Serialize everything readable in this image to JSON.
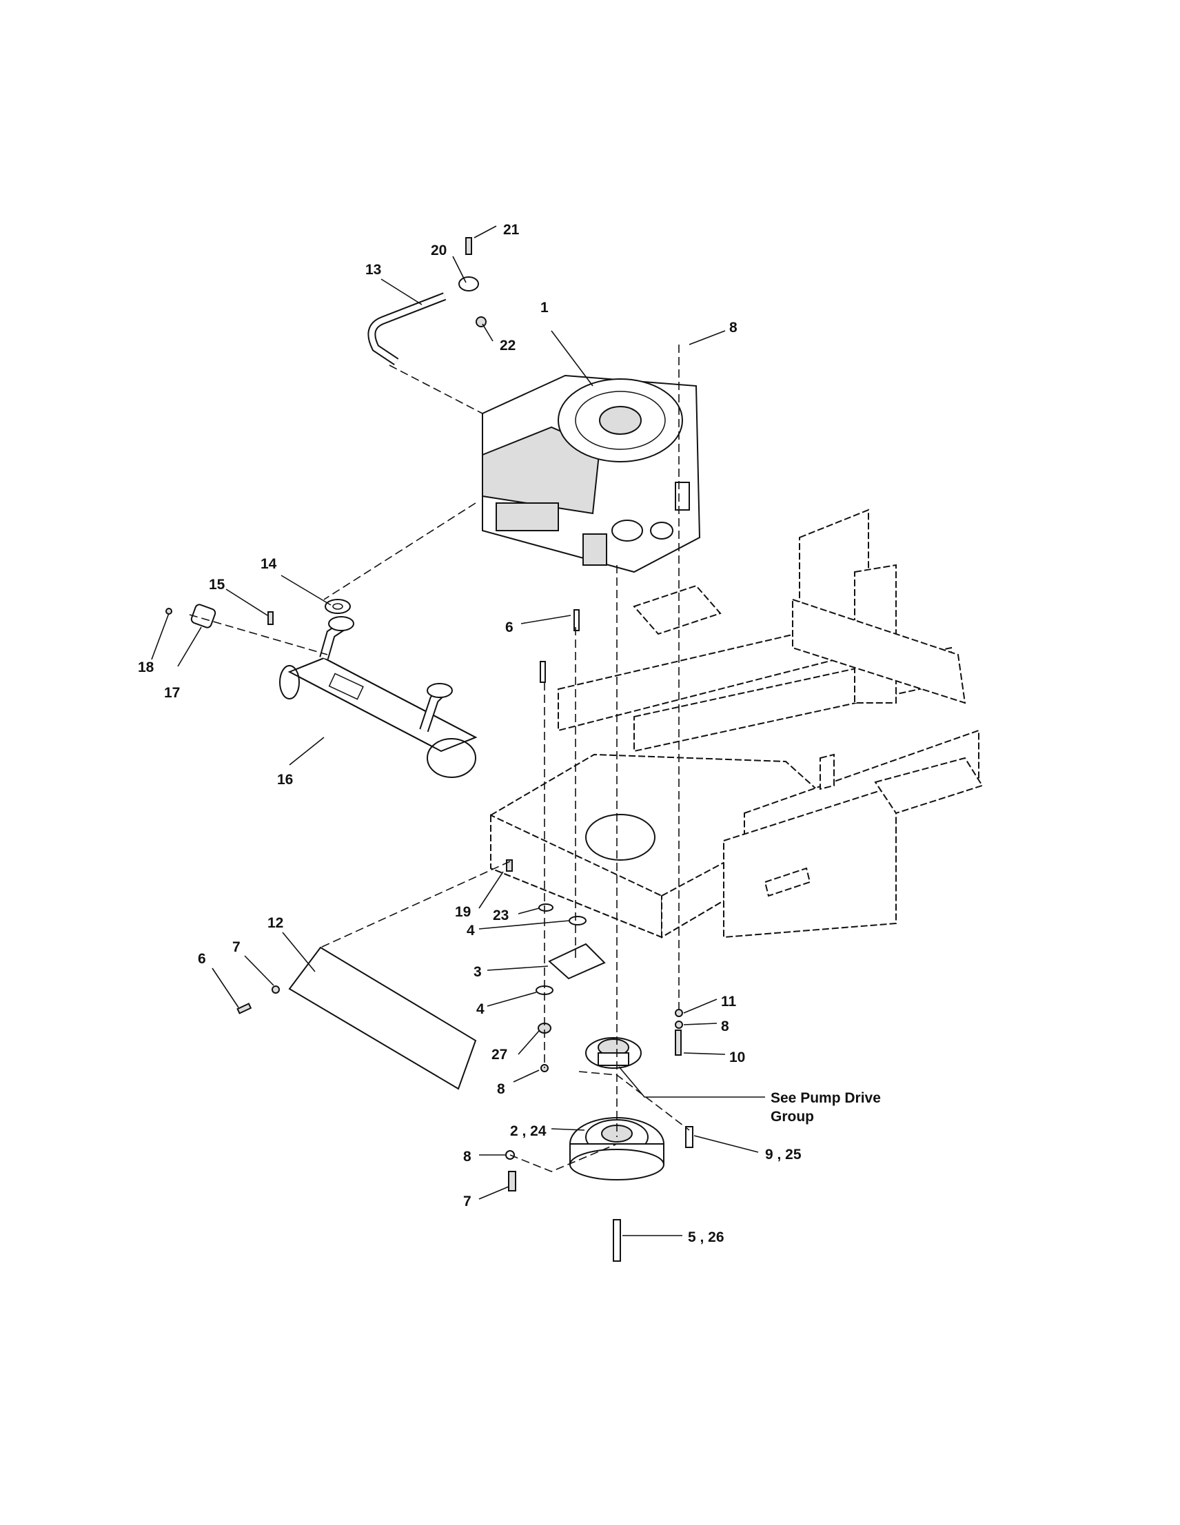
{
  "callouts": {
    "c1": "1",
    "c2_24": "2 , 24",
    "c3": "3",
    "c4a": "4",
    "c4b": "4",
    "c5_26": "5 , 26",
    "c6a": "6",
    "c6b": "6",
    "c7a": "7",
    "c7b": "7",
    "c8a": "8",
    "c8b": "8",
    "c8c": "8",
    "c8d": "8",
    "c9_25": "9 , 25",
    "c10": "10",
    "c11": "11",
    "c12": "12",
    "c13": "13",
    "c14": "14",
    "c15": "15",
    "c16": "16",
    "c17": "17",
    "c18": "18",
    "c19": "19",
    "c20": "20",
    "c21": "21",
    "c22": "22",
    "c23": "23",
    "c27": "27"
  },
  "notes": {
    "pump_drive_line1": "See Pump Drive",
    "pump_drive_line2": "Group"
  }
}
